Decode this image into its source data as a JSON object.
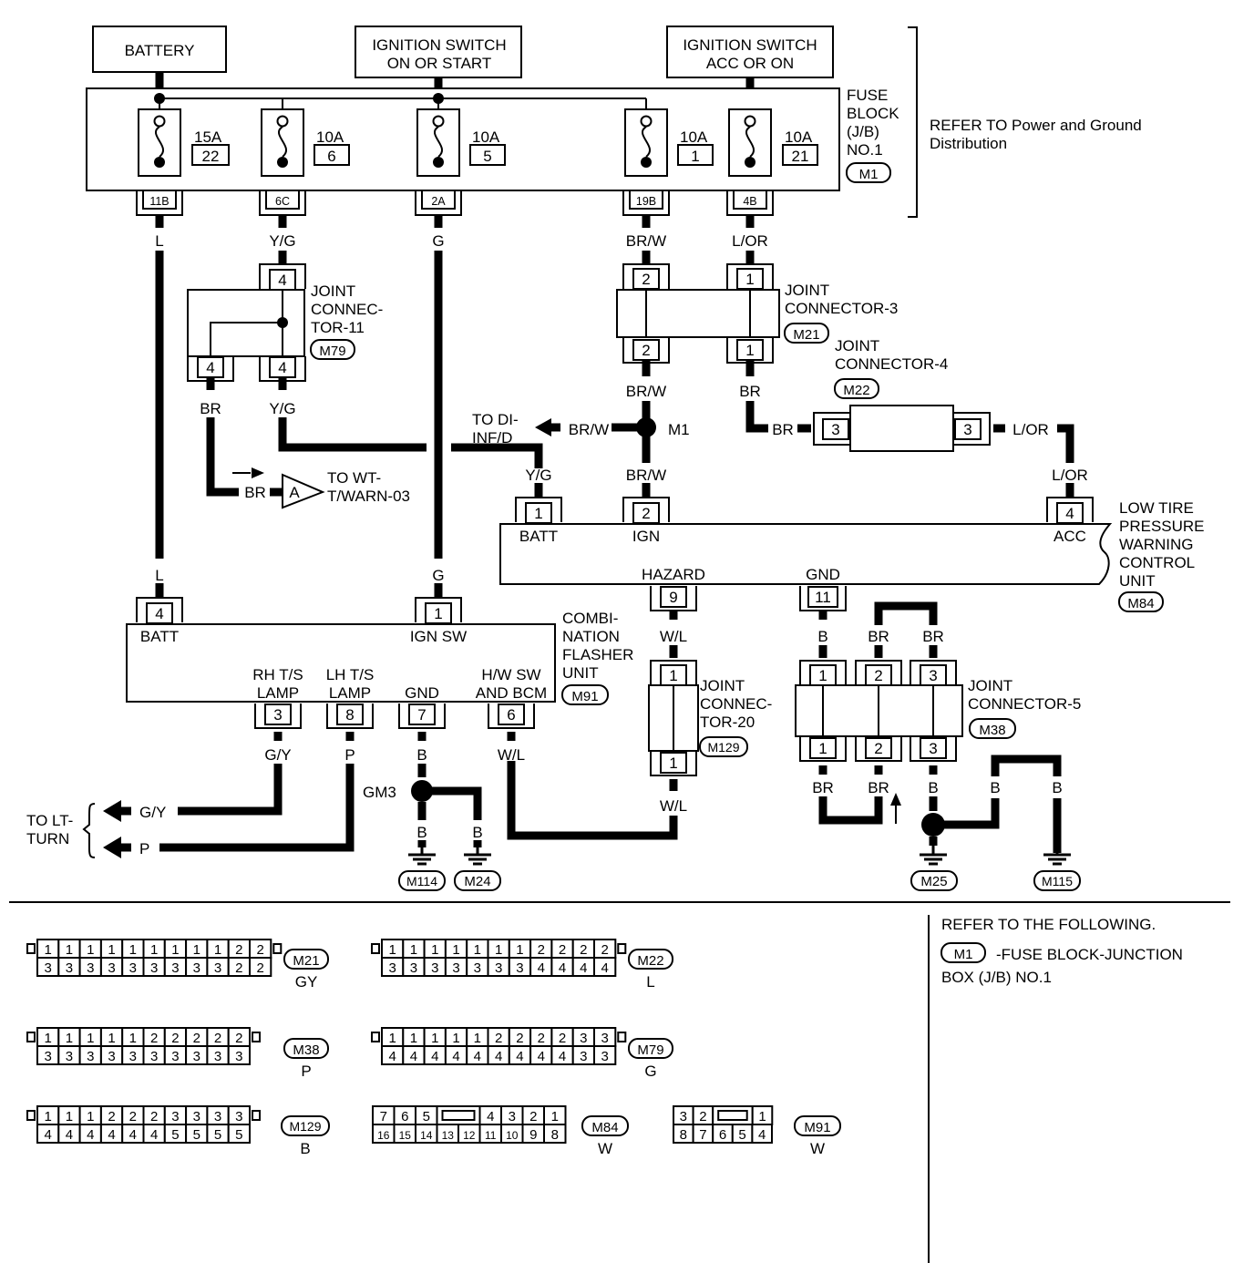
{
  "power": {
    "battery": "BATTERY",
    "ign_on_start": [
      "IGNITION SWITCH",
      "ON OR START"
    ],
    "ign_acc_on": [
      "IGNITION SWITCH",
      "ACC OR ON"
    ]
  },
  "fuse_block": {
    "label": [
      "FUSE",
      "BLOCK",
      "(J/B)",
      "NO.1"
    ],
    "connector": "M1",
    "refer": [
      "REFER TO Power and Ground",
      "Distribution"
    ],
    "fuses": [
      {
        "amp": "15A",
        "num": "22",
        "term": "11B",
        "wire": "L"
      },
      {
        "amp": "10A",
        "num": "6",
        "term": "6C",
        "wire": "Y/G"
      },
      {
        "amp": "10A",
        "num": "5",
        "term": "2A",
        "wire": "G"
      },
      {
        "amp": "10A",
        "num": "1",
        "term": "19B",
        "wire": "BR/W"
      },
      {
        "amp": "10A",
        "num": "21",
        "term": "4B",
        "wire": "L/OR"
      }
    ]
  },
  "jc11": {
    "label": [
      "JOINT",
      "CONNEC-",
      "TOR-11"
    ],
    "connector": "M79",
    "pin_top": "4",
    "pin_bl": "4",
    "pin_br": "4",
    "wire_bl": "BR",
    "wire_br": "Y/G"
  },
  "jc3": {
    "label": [
      "JOINT",
      "CONNECTOR-3"
    ],
    "connector": "M21",
    "pins_top": [
      "2",
      "1"
    ],
    "pins_bottom": [
      "2",
      "1"
    ],
    "wires_bottom": [
      "BR/W",
      "BR"
    ]
  },
  "jc4": {
    "label": [
      "JOINT",
      "CONNECTOR-4"
    ],
    "connector": "M22",
    "pin_left": "3",
    "pin_right": "3",
    "wire_left": "BR",
    "wire_right": "L/OR"
  },
  "splices": {
    "m1": "M1",
    "gm3": "GM3"
  },
  "to_di": {
    "label": [
      "TO DI-",
      "INF/D"
    ],
    "wire": "BR/W"
  },
  "to_wt": {
    "label": [
      "TO WT-",
      "T/WARN-03"
    ],
    "wire": "BR",
    "tag": "A"
  },
  "tpms": {
    "label": [
      "LOW TIRE",
      "PRESSURE",
      "WARNING",
      "CONTROL",
      "UNIT"
    ],
    "connector": "M84",
    "pins": [
      {
        "num": "1",
        "name": "BATT",
        "wire": "Y/G"
      },
      {
        "num": "2",
        "name": "IGN",
        "wire": "BR/W"
      },
      {
        "num": "4",
        "name": "ACC",
        "wire": "L/OR"
      },
      {
        "num": "9",
        "name": "HAZARD",
        "wire": "W/L"
      },
      {
        "num": "11",
        "name": "GND",
        "wire": "B"
      }
    ]
  },
  "flasher": {
    "label": [
      "COMBI-",
      "NATION",
      "FLASHER",
      "UNIT"
    ],
    "connector": "M91",
    "batt": {
      "num": "4",
      "name": "BATT",
      "wire": "L"
    },
    "ign": {
      "num": "1",
      "name": "IGN SW",
      "wire": "G"
    },
    "rh": {
      "num": "3",
      "name": [
        "RH T/S",
        "LAMP"
      ],
      "wire": "G/Y"
    },
    "lh": {
      "num": "8",
      "name": [
        "LH T/S",
        "LAMP"
      ],
      "wire": "P"
    },
    "gnd": {
      "num": "7",
      "name": "GND",
      "wire": "B"
    },
    "hw": {
      "num": "6",
      "name": [
        "H/W SW",
        "AND BCM"
      ],
      "wire": "W/L"
    }
  },
  "jc20": {
    "label": [
      "JOINT",
      "CONNEC-",
      "TOR-20"
    ],
    "connector": "M129",
    "pin_top": "1",
    "pin_bottom": "1",
    "wire_top": "W/L",
    "wire_bottom": "W/L"
  },
  "jc5": {
    "label": [
      "JOINT",
      "CONNECTOR-5"
    ],
    "connector": "M38",
    "pins_top": [
      "1",
      "2",
      "3"
    ],
    "pins_bottom": [
      "1",
      "2",
      "3"
    ],
    "wires_top": [
      "B",
      "BR",
      "BR"
    ],
    "wires_bottom": [
      "BR",
      "BR",
      "B"
    ]
  },
  "lt_turn": {
    "label": [
      "TO LT-",
      "TURN"
    ],
    "wires": [
      "G/Y",
      "P"
    ]
  },
  "grounds": {
    "m114": "M114",
    "m24": "M24",
    "m25": "M25",
    "m115": "M115",
    "w_b": "B"
  },
  "connectors_ref": {
    "m21": {
      "id": "M21",
      "color": "GY",
      "top": [
        "1",
        "1",
        "1",
        "1",
        "1",
        "1",
        "1",
        "1",
        "1",
        "2",
        "2"
      ],
      "bottom": [
        "3",
        "3",
        "3",
        "3",
        "3",
        "3",
        "3",
        "3",
        "3",
        "2",
        "2"
      ]
    },
    "m22": {
      "id": "M22",
      "color": "L",
      "top": [
        "1",
        "1",
        "1",
        "1",
        "1",
        "1",
        "1",
        "2",
        "2",
        "2",
        "2"
      ],
      "bottom": [
        "3",
        "3",
        "3",
        "3",
        "3",
        "3",
        "3",
        "4",
        "4",
        "4",
        "4"
      ]
    },
    "m38": {
      "id": "M38",
      "color": "P",
      "top": [
        "1",
        "1",
        "1",
        "1",
        "1",
        "2",
        "2",
        "2",
        "2",
        "2"
      ],
      "bottom": [
        "3",
        "3",
        "3",
        "3",
        "3",
        "3",
        "3",
        "3",
        "3",
        "3"
      ]
    },
    "m79": {
      "id": "M79",
      "color": "G",
      "top": [
        "1",
        "1",
        "1",
        "1",
        "1",
        "2",
        "2",
        "2",
        "2",
        "3",
        "3"
      ],
      "bottom": [
        "4",
        "4",
        "4",
        "4",
        "4",
        "4",
        "4",
        "4",
        "4",
        "3",
        "3"
      ]
    },
    "m129": {
      "id": "M129",
      "color": "B",
      "top": [
        "1",
        "1",
        "1",
        "2",
        "2",
        "2",
        "3",
        "3",
        "3",
        "3"
      ],
      "bottom": [
        "4",
        "4",
        "4",
        "4",
        "4",
        "4",
        "5",
        "5",
        "5",
        "5"
      ]
    },
    "m84": {
      "id": "M84",
      "color": "W",
      "top_left": [
        "7",
        "6",
        "5"
      ],
      "top_right": [
        "4",
        "3",
        "2",
        "1"
      ],
      "bottom": [
        "16",
        "15",
        "14",
        "13",
        "12",
        "11",
        "10",
        "9",
        "8"
      ]
    },
    "m91": {
      "id": "M91",
      "color": "W",
      "top_left": [
        "3",
        "2"
      ],
      "top_right": [
        "1"
      ],
      "bottom": [
        "8",
        "7",
        "6",
        "5",
        "4"
      ]
    }
  },
  "refer_following": {
    "title": "REFER TO THE FOLLOWING.",
    "connector": "M1",
    "desc": [
      "-FUSE BLOCK-JUNCTION",
      "BOX (J/B) NO.1"
    ]
  }
}
